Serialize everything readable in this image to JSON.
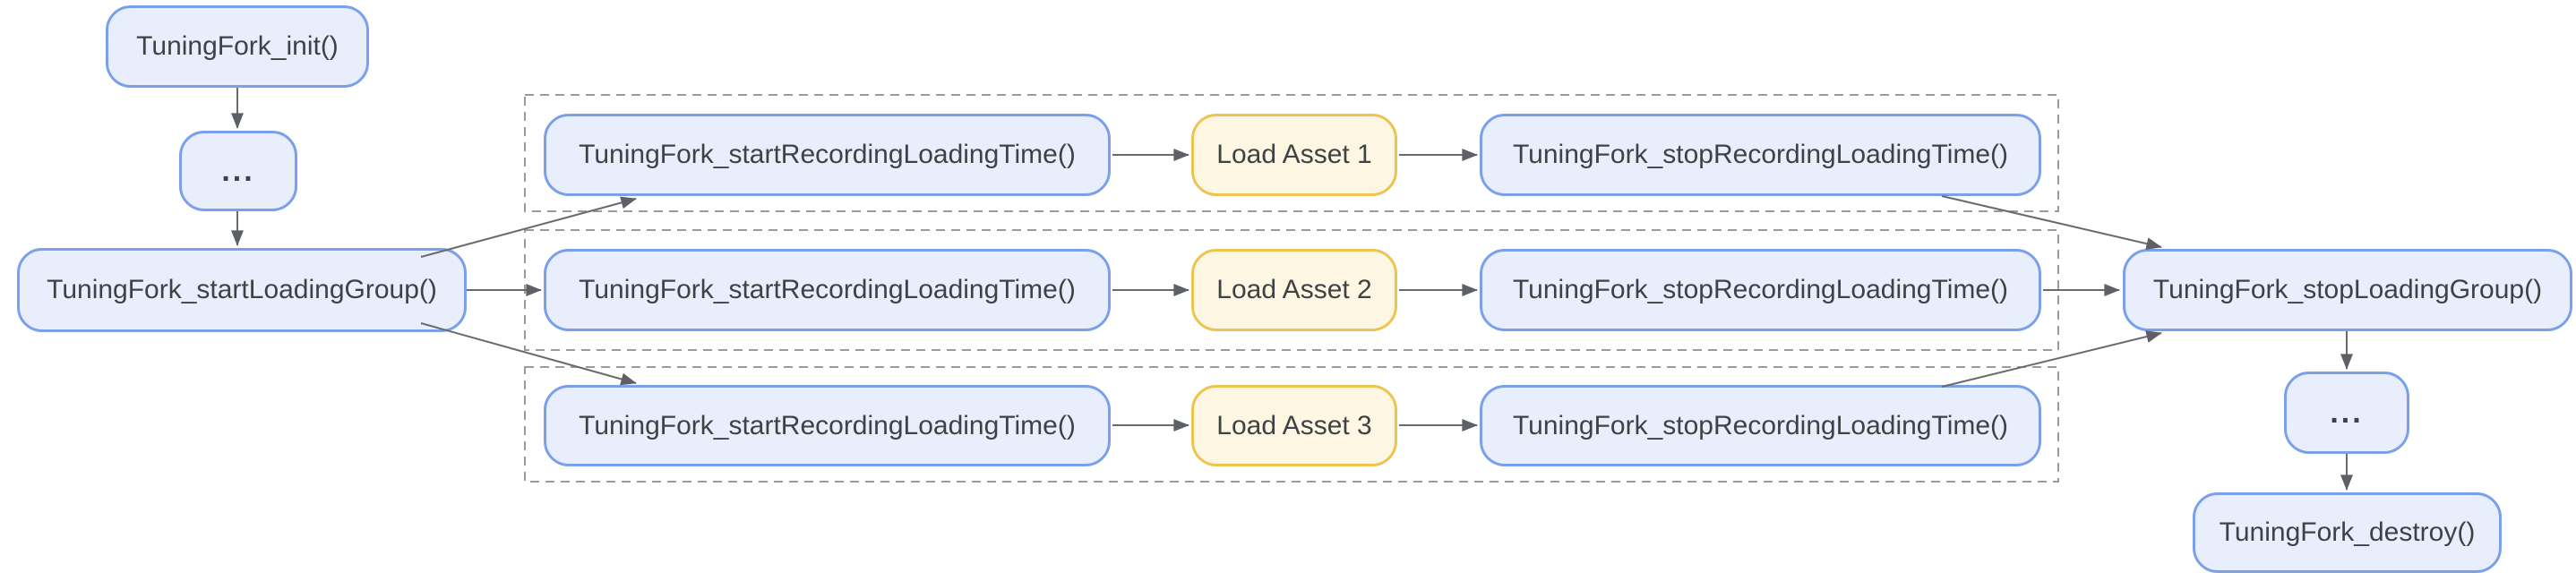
{
  "diagram": {
    "nodes": {
      "init": "TuningFork_init()",
      "ellipsis_top": "...",
      "start_loading_group": "TuningFork_startLoadingGroup()",
      "stop_loading_group": "TuningFork_stopLoadingGroup()",
      "ellipsis_bottom": "...",
      "destroy": "TuningFork_destroy()"
    },
    "rows": [
      {
        "start": "TuningFork_startRecordingLoadingTime()",
        "asset": "Load Asset 1",
        "stop": "TuningFork_stopRecordingLoadingTime()"
      },
      {
        "start": "TuningFork_startRecordingLoadingTime()",
        "asset": "Load Asset 2",
        "stop": "TuningFork_stopRecordingLoadingTime()"
      },
      {
        "start": "TuningFork_startRecordingLoadingTime()",
        "asset": "Load Asset 3",
        "stop": "TuningFork_stopRecordingLoadingTime()"
      }
    ],
    "colors": {
      "node_fill": "#e9eefc",
      "node_border": "#7aa0eb",
      "asset_fill": "#fdf6e2",
      "asset_border": "#eec450",
      "arrow_line": "#6a6a6a",
      "arrow_head": "#5d6066",
      "dash_border": "#9b9b9b",
      "text": "#3f4245",
      "background": "#ffffff"
    }
  }
}
